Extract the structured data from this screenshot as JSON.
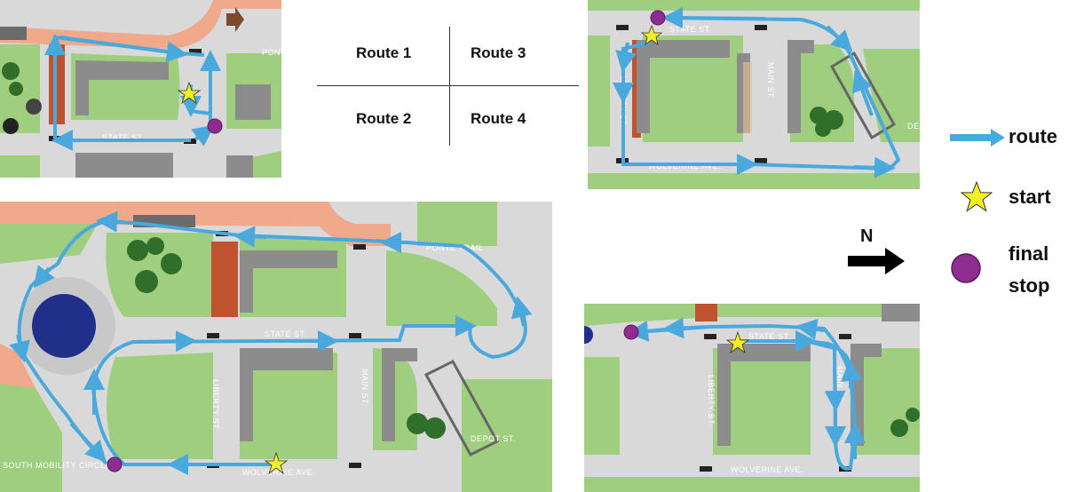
{
  "route_table": {
    "cells": [
      "Route 1",
      "Route 3",
      "Route 2",
      "Route 4"
    ]
  },
  "legend": {
    "route": "route",
    "start": "start",
    "final_stop": "final\nstop",
    "north": "N"
  },
  "streets": {
    "state": "STATE ST.",
    "liberty": "LIBERTY ST.",
    "main": "MAIN ST.",
    "wolverine": "WOLVERINE AVE.",
    "depot": "DEPOT ST.",
    "ponte": "PONTE",
    "ponte_full": "PONTE TRAIL",
    "south_mobility": "SOUTH MOBILITY CIRCLE",
    "depot_short": "DE"
  },
  "colors": {
    "route": "#4aa9dc",
    "grass": "#9fcf7e",
    "road": "#d9d9d9",
    "building": "#8c8c8c",
    "star": "#f4ef22",
    "final_stop": "#8f2c91",
    "pond": "#1f2f8a",
    "brick": "#c0532f"
  }
}
